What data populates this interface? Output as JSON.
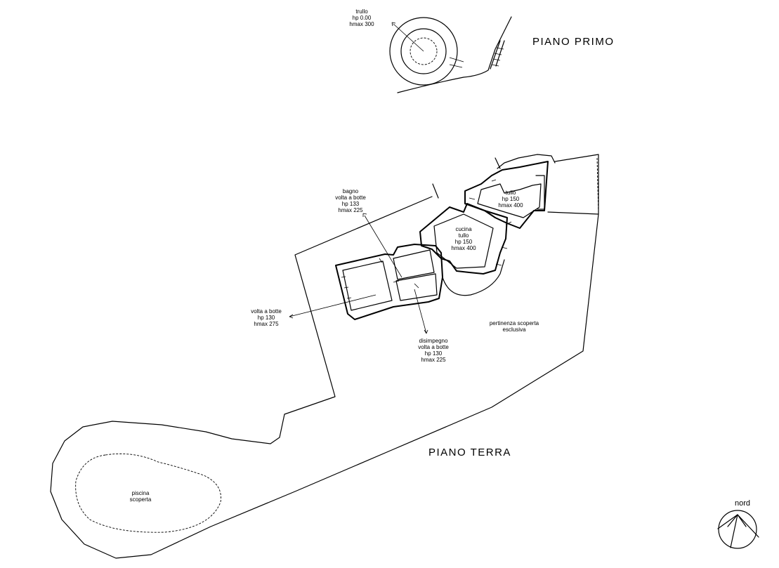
{
  "titles": {
    "upper_floor": "PIANO PRIMO",
    "ground_floor": "PIANO TERRA"
  },
  "north_label": "nord",
  "rooms": {
    "trullo_upper": {
      "lines": [
        "trullo",
        "hp 0.00",
        "hmax 300"
      ]
    },
    "bagno": {
      "lines": [
        "bagno",
        "volta a botte",
        "hp 133",
        "hmax 225"
      ]
    },
    "tullo": {
      "lines": [
        "tullo",
        "hp 150",
        "hmax 400"
      ]
    },
    "cucina": {
      "lines": [
        "cucina",
        "tullo",
        "hp 150",
        "hmax 400"
      ]
    },
    "volta": {
      "lines": [
        "volta a botte",
        "hp 130",
        "hmax 275"
      ]
    },
    "disimpegno": {
      "lines": [
        "disimpegno",
        "volta a botte",
        "hp 130",
        "hmax 225"
      ]
    },
    "pertinenza": {
      "lines": [
        "pertinenza scoperta",
        "esclusiva"
      ]
    },
    "piscina": {
      "lines": [
        "piscina",
        "scoperta"
      ]
    }
  }
}
